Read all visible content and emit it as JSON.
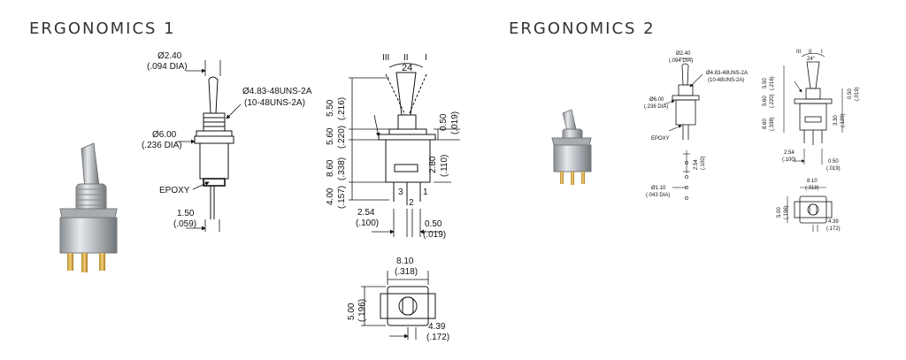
{
  "panels": [
    {
      "title": "ERGONOMICS 1",
      "labels": {
        "l1": "Ø2.40",
        "l2": "(.094 DIA)",
        "l3": "Ø4.83-48UNS-2A",
        "l4": "(10-48UNS-2A)",
        "l5": "Ø6.00",
        "l6": "(.236 DIA)",
        "l7": "EPOXY",
        "l8": "1.50",
        "l9": "(.059)",
        "p1": "III",
        "p2": "II",
        "p3": "I",
        "angle": "24",
        "v1": "5.50",
        "v2": "(.216)",
        "v3": "5.60",
        "v4": "(.220)",
        "v5": "8.60",
        "v6": "(.338)",
        "v7": "4.00",
        "v8": "(.157)",
        "w1": "0.50",
        "w2": "(.019)",
        "w3": "2.80",
        "w4": "(.110)",
        "t3": "3",
        "t2": "2",
        "t1": "1",
        "h1": "2.54",
        "h2": "(.100)",
        "h3": "0.50",
        "h4": "(.019)",
        "b1": "8.10",
        "b2": "(.318)",
        "b3": "5.00",
        "b4": "(.196)",
        "b5": "4.39",
        "b6": "(.172)"
      }
    },
    {
      "title": "ERGONOMICS 2",
      "labels": {
        "l1": "Ø2.40",
        "l2": "(.094 DIA)",
        "l3": "Ø4.83-48UNS-2A",
        "l4": "(10-48UNS-2A)",
        "l5": "Ø6.00",
        "l6": "(.236 DIA)",
        "l7": "EPOXY",
        "l8": "2.54",
        "l9": "(.100)",
        "l10": "Ø1.10",
        "l11": "(.043 DIA)",
        "p1": "III",
        "p2": "II",
        "p3": "I",
        "angle": "24°",
        "v1": "5.50",
        "v2": "(.216)",
        "v3": "5.60",
        "v4": "(.220)",
        "v5": "8.60",
        "v6": "(.338)",
        "w1": "0.50",
        "w2": "(.019)",
        "w3": "3.30",
        "w4": "(.129)",
        "h1": "2.54",
        "h2": "(.100)",
        "h3": "0.50",
        "h4": "(.019)",
        "b1": "8.10",
        "b2": "(.318)",
        "b3": "5.00",
        "b4": "(.196)",
        "b5": "4.39",
        "b6": "(.172)"
      }
    }
  ]
}
